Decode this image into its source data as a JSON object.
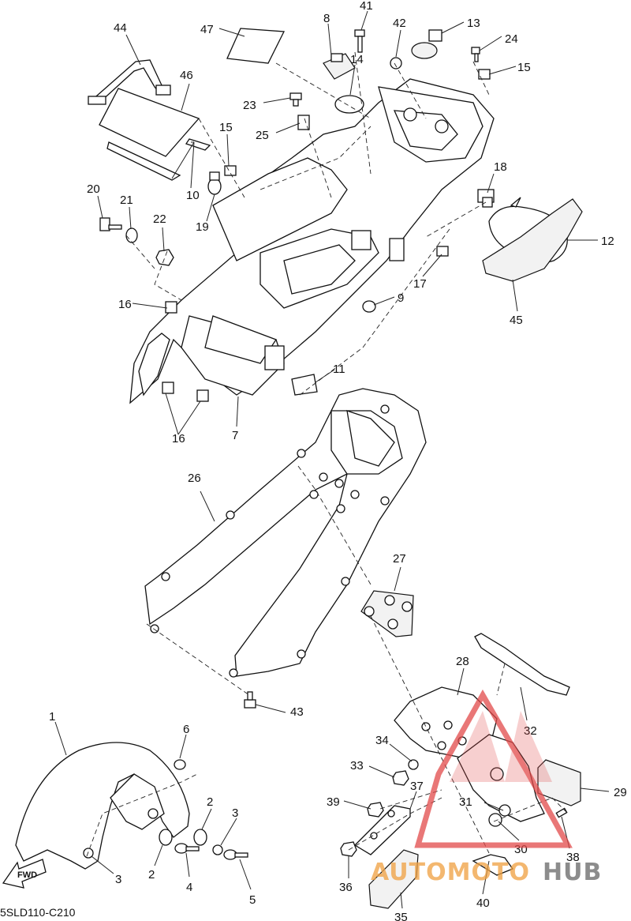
{
  "diagram": {
    "code": "5SLD110-C210",
    "direction_label": "FWD",
    "watermark": {
      "part1": "AUTOMOTO",
      "part2": "HUB",
      "accent": "#e24a4a",
      "accent2": "#f0a040"
    },
    "callouts": [
      "1",
      "2",
      "2",
      "3",
      "3",
      "4",
      "5",
      "6",
      "7",
      "8",
      "9",
      "10",
      "11",
      "12",
      "13",
      "14",
      "15",
      "15",
      "16",
      "16",
      "17",
      "18",
      "19",
      "20",
      "21",
      "22",
      "23",
      "24",
      "25",
      "26",
      "27",
      "28",
      "29",
      "30",
      "31",
      "32",
      "33",
      "34",
      "35",
      "36",
      "37",
      "38",
      "39",
      "40",
      "41",
      "42",
      "43",
      "44",
      "45",
      "46",
      "47"
    ]
  }
}
